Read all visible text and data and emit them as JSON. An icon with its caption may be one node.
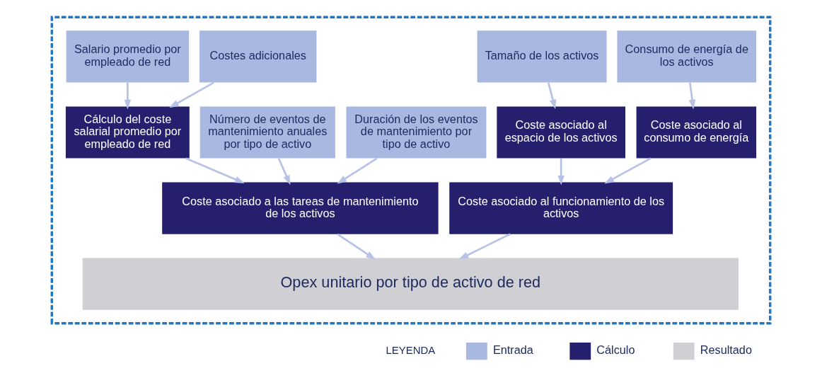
{
  "diagram": {
    "nodes": [
      {
        "text": [],
        "shape": "box"
      },
      {
        "text": [
          "Salario promedio por empleado de red"
        ],
        "in": 0
      },
      {
        "text": [
          "Costes adicionales"
        ],
        "in": 0
      },
      {
        "text": [
          "Tamaño de los activos"
        ],
        "in": 0
      },
      {
        "text": [
          "Consumo de energía de los activos"
        ],
        "in": 0
      },
      {
        "text": [
          "Cálculo del coste salarial promedio por empleado de red"
        ],
        "in": 0
      },
      {
        "text": [
          "Número de eventos de mantenimiento anuales por tipo de activo"
        ],
        "in": 0
      },
      {
        "text": [
          "Duración de los eventos de mantenimiento por tipo de activo"
        ],
        "in": 0
      },
      {
        "text": [
          "Coste asociado al espacio de los activos"
        ],
        "in": 0
      },
      {
        "text": [
          "Coste asociado al consumo de energía"
        ],
        "in": 0
      },
      {
        "text": [
          "Coste asociado a las tareas de mantenimiento de los activos"
        ],
        "in": 0
      },
      {
        "text": [
          "Coste asociado al funcionamiento de los activos"
        ],
        "in": 0
      },
      {
        "text": [
          "Opex unitario por tipo de activo de red"
        ],
        "in": 0
      }
    ],
    "edges": [
      {
        "from": 1,
        "to": 5,
        "arrow": "to"
      },
      {
        "from": 2,
        "to": 5,
        "arrow": "to"
      },
      {
        "from": 3,
        "to": 8,
        "arrow": "to"
      },
      {
        "from": 4,
        "to": 9,
        "arrow": "to"
      },
      {
        "from": 5,
        "to": 10,
        "arrow": "to"
      },
      {
        "from": 6,
        "to": 10,
        "arrow": "to"
      },
      {
        "from": 7,
        "to": 10,
        "arrow": "to"
      },
      {
        "from": 8,
        "to": 11,
        "arrow": "to"
      },
      {
        "from": 9,
        "to": 11,
        "arrow": "to"
      },
      {
        "from": 10,
        "to": 12,
        "arrow": "to"
      },
      {
        "from": 11,
        "to": 12,
        "arrow": "to"
      }
    ],
    "labels": [
      "LEYENDA"
    ],
    "legend": [
      {
        "text": "Entrada",
        "color": "#a9b8e0"
      },
      {
        "text": "Cálculo",
        "color": "#251f6e"
      },
      {
        "text": "Resultado",
        "color": "#cfcfd4"
      }
    ]
  }
}
